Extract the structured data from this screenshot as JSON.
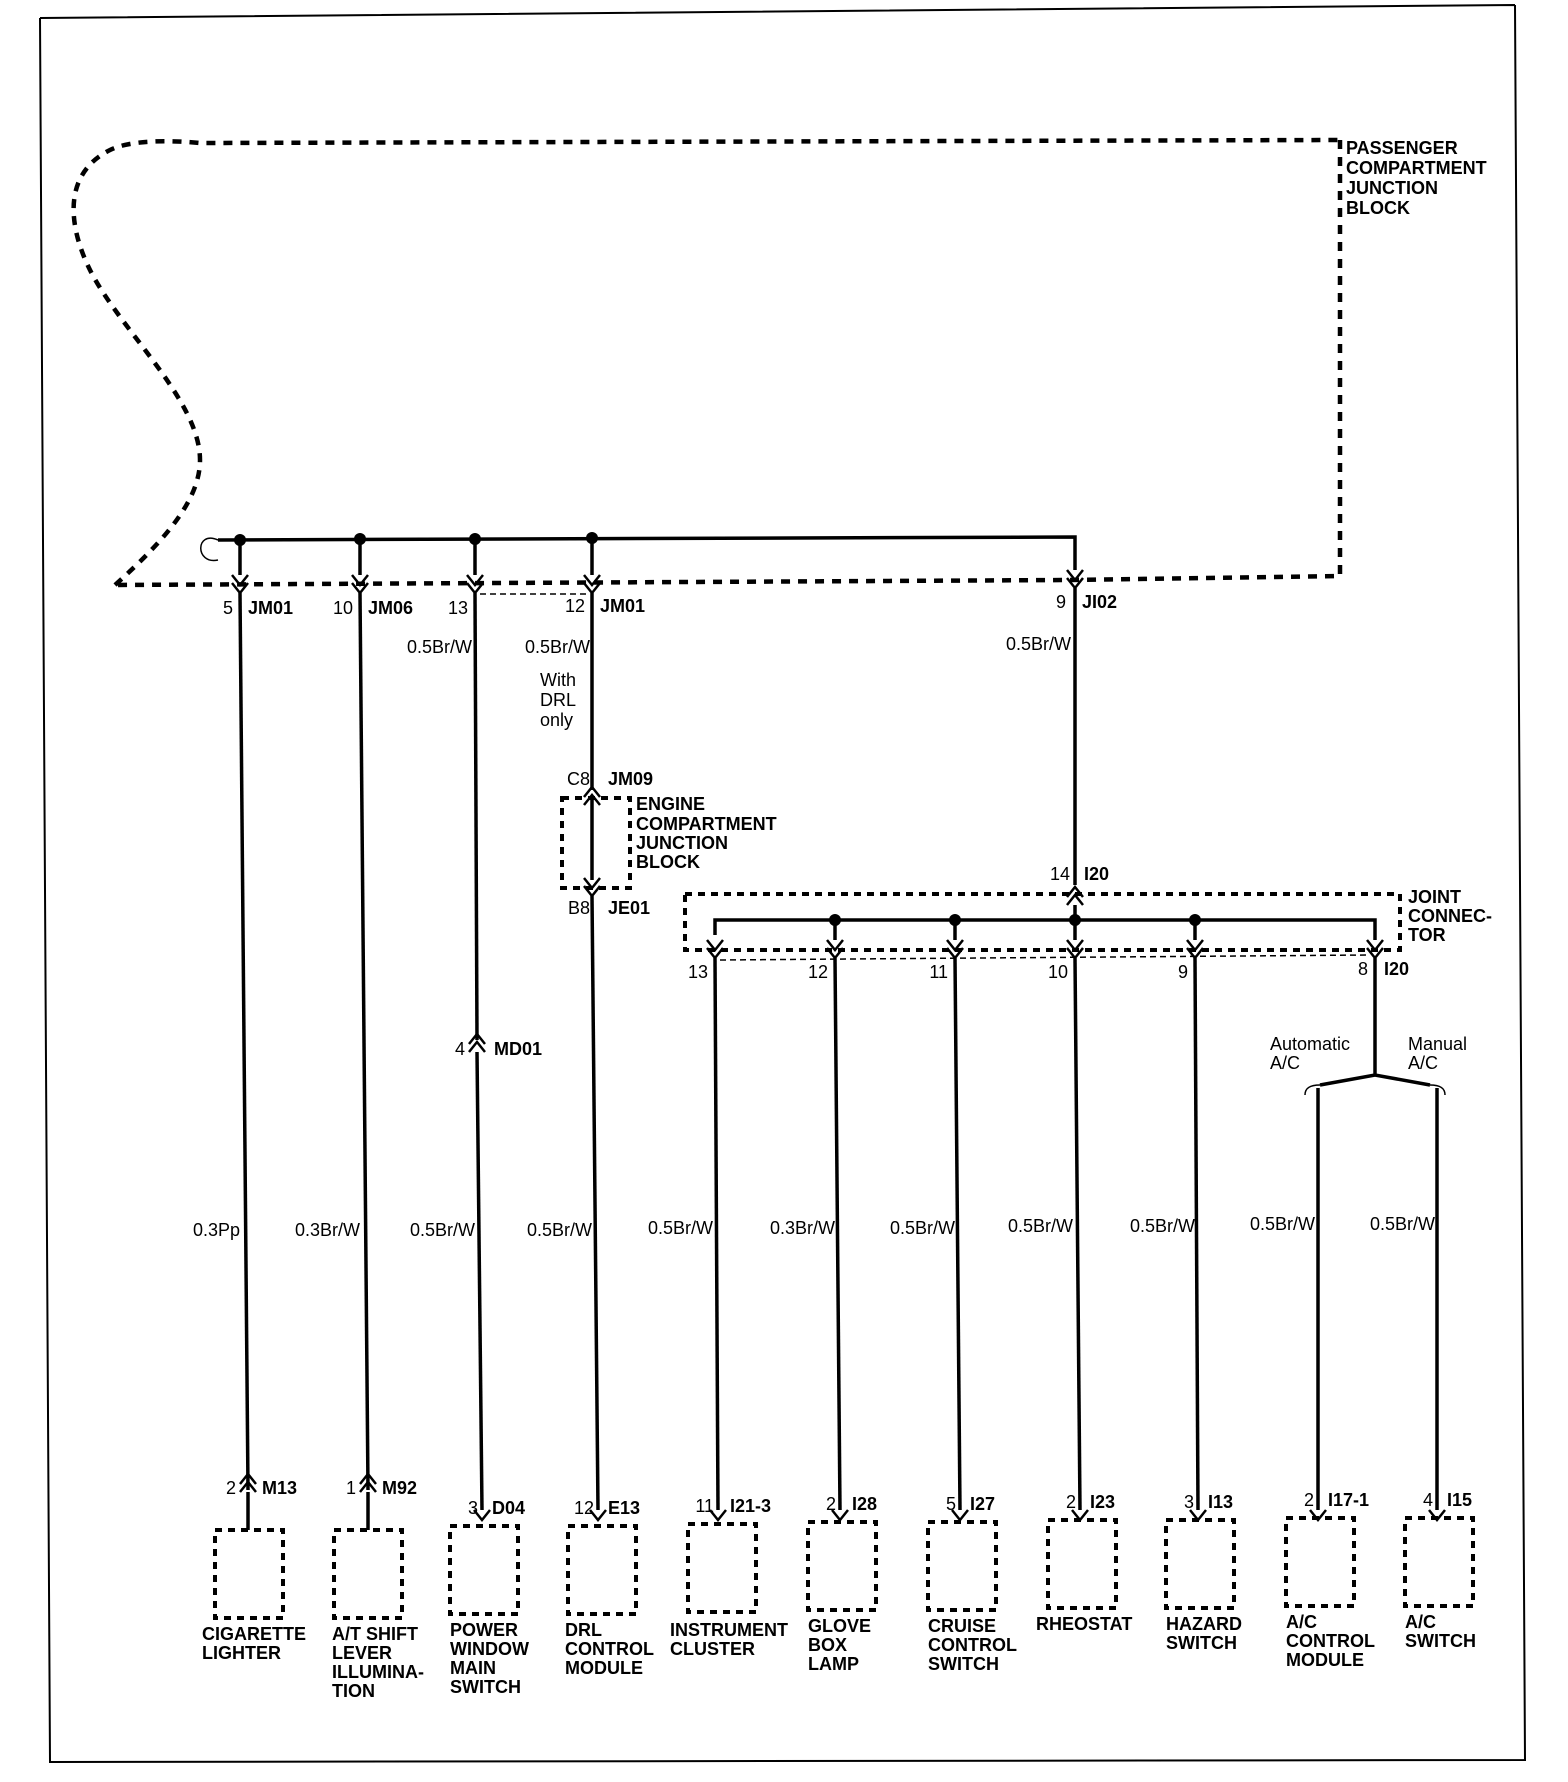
{
  "passenger_junction_block": [
    "PASSENGER",
    "COMPARTMENT",
    "JUNCTION",
    "BLOCK"
  ],
  "engine_junction_block": [
    "ENGINE",
    "COMPARTMENT",
    "JUNCTION",
    "BLOCK"
  ],
  "joint_connector": [
    "JOINT",
    "CONNEC-",
    "TOR"
  ],
  "top_pins": [
    {
      "pin": "5",
      "connector": "JM01"
    },
    {
      "pin": "10",
      "connector": "JM06"
    },
    {
      "pin": "13",
      "connector": ""
    },
    {
      "pin": "12",
      "connector": "JM01"
    },
    {
      "pin": "9",
      "connector": "JI02"
    }
  ],
  "upper_wires": [
    {
      "gauge": "0.5Br/W"
    },
    {
      "gauge": "0.5Br/W"
    },
    {
      "gauge": "0.5Br/W"
    }
  ],
  "drl_note": [
    "With",
    "DRL",
    "only"
  ],
  "engine_block_pins": [
    {
      "pin": "C8",
      "connector": "JM09"
    },
    {
      "pin": "B8",
      "connector": "JE01"
    }
  ],
  "power_window_inline": {
    "pin": "4",
    "connector": "MD01"
  },
  "joint_input": {
    "pin": "14",
    "connector": "I20"
  },
  "joint_outputs": [
    {
      "pin": "13"
    },
    {
      "pin": "12"
    },
    {
      "pin": "11"
    },
    {
      "pin": "10"
    },
    {
      "pin": "9"
    },
    {
      "pin": "8",
      "connector": "I20"
    }
  ],
  "ac_branch": {
    "automatic": [
      "Automatic",
      "A/C"
    ],
    "manual": [
      "Manual",
      "A/C"
    ]
  },
  "lower_wires": [
    {
      "gauge": "0.3Pp"
    },
    {
      "gauge": "0.3Br/W"
    },
    {
      "gauge": "0.5Br/W"
    },
    {
      "gauge": "0.5Br/W"
    },
    {
      "gauge": "0.5Br/W"
    },
    {
      "gauge": "0.3Br/W"
    },
    {
      "gauge": "0.5Br/W"
    },
    {
      "gauge": "0.5Br/W"
    },
    {
      "gauge": "0.5Br/W"
    },
    {
      "gauge": "0.5Br/W"
    },
    {
      "gauge": "0.5Br/W"
    }
  ],
  "components": [
    {
      "pin": "2",
      "connector": "M13",
      "name": [
        "CIGARETTE",
        "LIGHTER"
      ]
    },
    {
      "pin": "1",
      "connector": "M92",
      "name": [
        "A/T SHIFT",
        "LEVER",
        "ILLUMINA-",
        "TION"
      ]
    },
    {
      "pin": "3",
      "connector": "D04",
      "name": [
        "POWER",
        "WINDOW",
        "MAIN",
        "SWITCH"
      ]
    },
    {
      "pin": "12",
      "connector": "E13",
      "name": [
        "DRL",
        "CONTROL",
        "MODULE"
      ]
    },
    {
      "pin": "11",
      "connector": "I21-3",
      "name": [
        "INSTRUMENT",
        "CLUSTER"
      ]
    },
    {
      "pin": "2",
      "connector": "I28",
      "name": [
        "GLOVE",
        "BOX",
        "LAMP"
      ]
    },
    {
      "pin": "5",
      "connector": "I27",
      "name": [
        "CRUISE",
        "CONTROL",
        "SWITCH"
      ]
    },
    {
      "pin": "2",
      "connector": "I23",
      "name": [
        "RHEOSTAT"
      ]
    },
    {
      "pin": "3",
      "connector": "I13",
      "name": [
        "HAZARD",
        "SWITCH"
      ]
    },
    {
      "pin": "2",
      "connector": "I17-1",
      "name": [
        "A/C",
        "CONTROL",
        "MODULE"
      ]
    },
    {
      "pin": "4",
      "connector": "I15",
      "name": [
        "A/C",
        "SWITCH"
      ]
    }
  ]
}
